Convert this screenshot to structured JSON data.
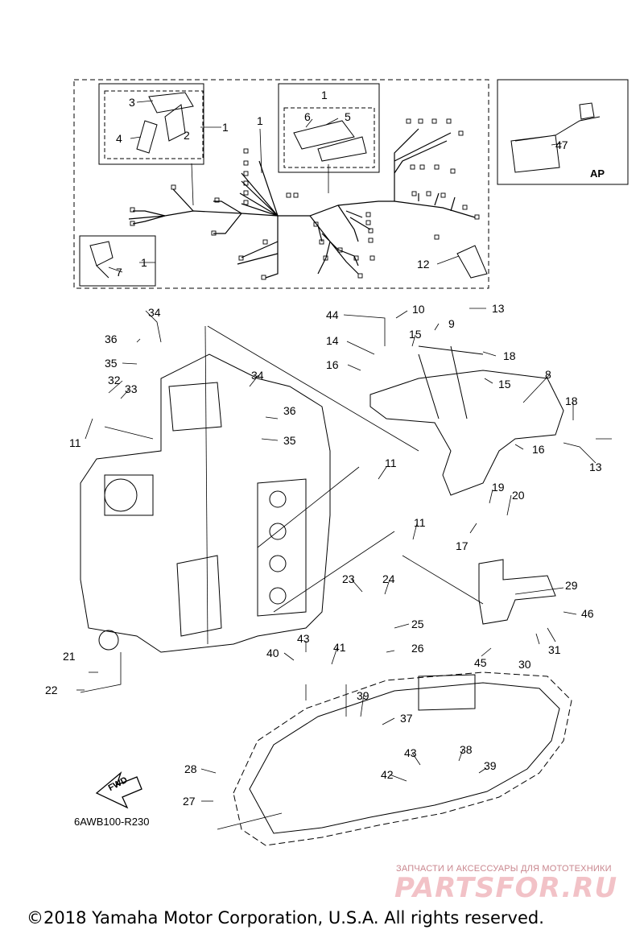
{
  "diagram": {
    "code": "6AWB100-R230",
    "ap_label": "AP",
    "fwd_label": "FWD",
    "copyright": "©2018 Yamaha Motor Corporation, U.S.A. All rights reserved.",
    "watermark": {
      "line1": "ЗАПЧАСТИ И АКСЕССУАРЫ ДЛЯ МОТОТЕХНИКИ",
      "line2": "PARTSFOR.RU"
    },
    "callouts": [
      {
        "id": "c1a",
        "text": "1"
      },
      {
        "id": "c1b",
        "text": "1"
      },
      {
        "id": "c1c",
        "text": "1"
      },
      {
        "id": "c1d",
        "text": "1"
      },
      {
        "id": "c2",
        "text": "2"
      },
      {
        "id": "c3",
        "text": "3"
      },
      {
        "id": "c4",
        "text": "4"
      },
      {
        "id": "c5",
        "text": "5"
      },
      {
        "id": "c6",
        "text": "6"
      },
      {
        "id": "c7",
        "text": "7"
      },
      {
        "id": "c8",
        "text": "8"
      },
      {
        "id": "c9",
        "text": "9"
      },
      {
        "id": "c10",
        "text": "10"
      },
      {
        "id": "c11a",
        "text": "11"
      },
      {
        "id": "c11b",
        "text": "11"
      },
      {
        "id": "c11c",
        "text": "11"
      },
      {
        "id": "c12",
        "text": "12"
      },
      {
        "id": "c13a",
        "text": "13"
      },
      {
        "id": "c13b",
        "text": "13"
      },
      {
        "id": "c14",
        "text": "14"
      },
      {
        "id": "c15a",
        "text": "15"
      },
      {
        "id": "c15b",
        "text": "15"
      },
      {
        "id": "c16a",
        "text": "16"
      },
      {
        "id": "c16b",
        "text": "16"
      },
      {
        "id": "c17",
        "text": "17"
      },
      {
        "id": "c18a",
        "text": "18"
      },
      {
        "id": "c18b",
        "text": "18"
      },
      {
        "id": "c19",
        "text": "19"
      },
      {
        "id": "c20",
        "text": "20"
      },
      {
        "id": "c21",
        "text": "21"
      },
      {
        "id": "c22",
        "text": "22"
      },
      {
        "id": "c23",
        "text": "23"
      },
      {
        "id": "c24",
        "text": "24"
      },
      {
        "id": "c25",
        "text": "25"
      },
      {
        "id": "c26",
        "text": "26"
      },
      {
        "id": "c27",
        "text": "27"
      },
      {
        "id": "c28",
        "text": "28"
      },
      {
        "id": "c29",
        "text": "29"
      },
      {
        "id": "c30",
        "text": "30"
      },
      {
        "id": "c31",
        "text": "31"
      },
      {
        "id": "c32",
        "text": "32"
      },
      {
        "id": "c33",
        "text": "33"
      },
      {
        "id": "c34a",
        "text": "34"
      },
      {
        "id": "c34b",
        "text": "34"
      },
      {
        "id": "c35a",
        "text": "35"
      },
      {
        "id": "c35b",
        "text": "35"
      },
      {
        "id": "c36a",
        "text": "36"
      },
      {
        "id": "c36b",
        "text": "36"
      },
      {
        "id": "c37",
        "text": "37"
      },
      {
        "id": "c38",
        "text": "38"
      },
      {
        "id": "c39a",
        "text": "39"
      },
      {
        "id": "c39b",
        "text": "39"
      },
      {
        "id": "c40",
        "text": "40"
      },
      {
        "id": "c41",
        "text": "41"
      },
      {
        "id": "c42",
        "text": "42"
      },
      {
        "id": "c43a",
        "text": "43"
      },
      {
        "id": "c43b",
        "text": "43"
      },
      {
        "id": "c44",
        "text": "44"
      },
      {
        "id": "c45",
        "text": "45"
      },
      {
        "id": "c46",
        "text": "46"
      },
      {
        "id": "c47",
        "text": "47"
      }
    ]
  }
}
